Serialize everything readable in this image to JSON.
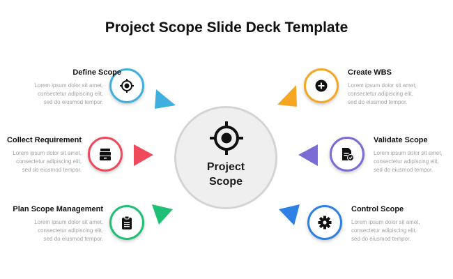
{
  "title": "Project Scope Slide Deck Template",
  "center": {
    "label_line1": "Project",
    "label_line2": "Scope",
    "icon": "target-icon"
  },
  "colors": {
    "define": "#3fb0dd",
    "collect": "#ef4a5b",
    "plan": "#1fbf75",
    "create": "#f5a623",
    "validate": "#7a6cd6",
    "control": "#2f80e6",
    "center_fill": "#efefef",
    "center_border": "#d4d4d4"
  },
  "items": {
    "define": {
      "title": "Define Scope",
      "icon": "target-icon",
      "desc": [
        "Lorem ipsum dolor sit amet,",
        "consectetur adipiscing elit,",
        "sed do eiusmod tempor."
      ]
    },
    "collect": {
      "title": "Collect Requirement",
      "icon": "archive-box-icon",
      "desc": [
        "Lorem ipsum dolor sit amet,",
        "consectetur adipiscing elit,",
        "sed do eiusmod tempor."
      ]
    },
    "plan": {
      "title": "Plan Scope Management",
      "icon": "clipboard-icon",
      "desc": [
        "Lorem ipsum dolor sit amet,",
        "consectetur adipiscing elit,",
        "sed do eiusmod tempor."
      ]
    },
    "create": {
      "title": "Create WBS",
      "icon": "plus-circle-icon",
      "desc": [
        "Lorem ipsum dolor sit amet,",
        "consectetur adipiscing elit,",
        "sed do eiusmod tempor."
      ]
    },
    "validate": {
      "title": "Validate Scope",
      "icon": "document-check-icon",
      "desc": [
        "Lorem ipsum dolor sit amet,",
        "consectetur adipiscing elit,",
        "sed do eiusmod tempor."
      ]
    },
    "control": {
      "title": "Control Scope",
      "icon": "gear-icon",
      "desc": [
        "Lorem ipsum dolor sit amet,",
        "consectetur adipiscing elit,",
        "sed do eiusmod tempor."
      ]
    }
  }
}
